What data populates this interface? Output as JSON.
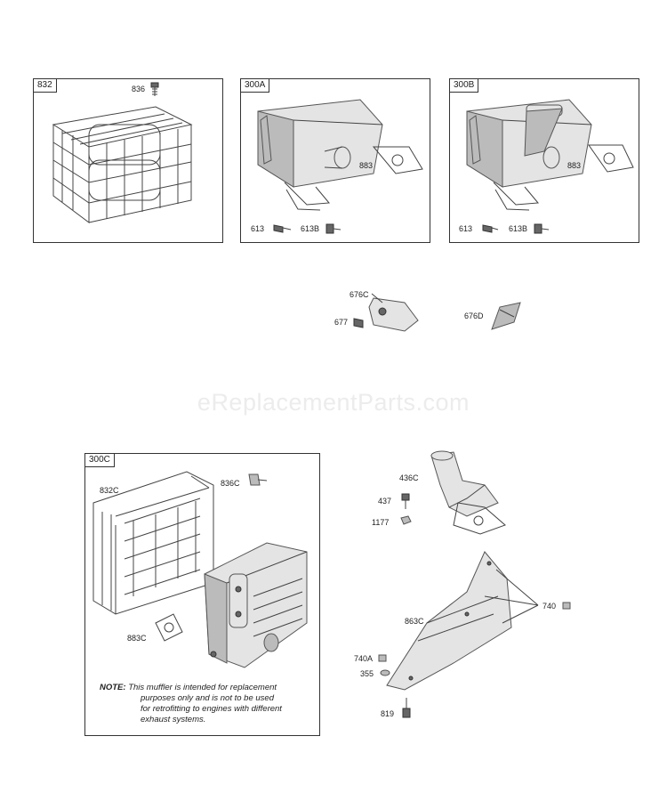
{
  "watermark": "eReplacementParts.com",
  "boxes": {
    "box_832": "832",
    "box_300a": "300A",
    "box_300b": "300B",
    "box_300c": "300C"
  },
  "labels": {
    "l836": "836",
    "l883a": "883",
    "l613a": "613",
    "l613ba": "613B",
    "l883b": "883",
    "l613b": "613",
    "l613bb": "613B",
    "l676c": "676C",
    "l677": "677",
    "l676d": "676D",
    "l836c": "836C",
    "l832c": "832C",
    "l883c": "883C",
    "l436c": "436C",
    "l437": "437",
    "l1177": "1177",
    "l740": "740",
    "l863c": "863C",
    "l740a": "740A",
    "l355": "355",
    "l819": "819"
  },
  "note": {
    "label": "NOTE:",
    "line1": "This muffler is intended for replacement",
    "line2": "purposes only and is not to be used",
    "line3": "for retrofitting to engines with different",
    "line4": "exhaust systems."
  }
}
